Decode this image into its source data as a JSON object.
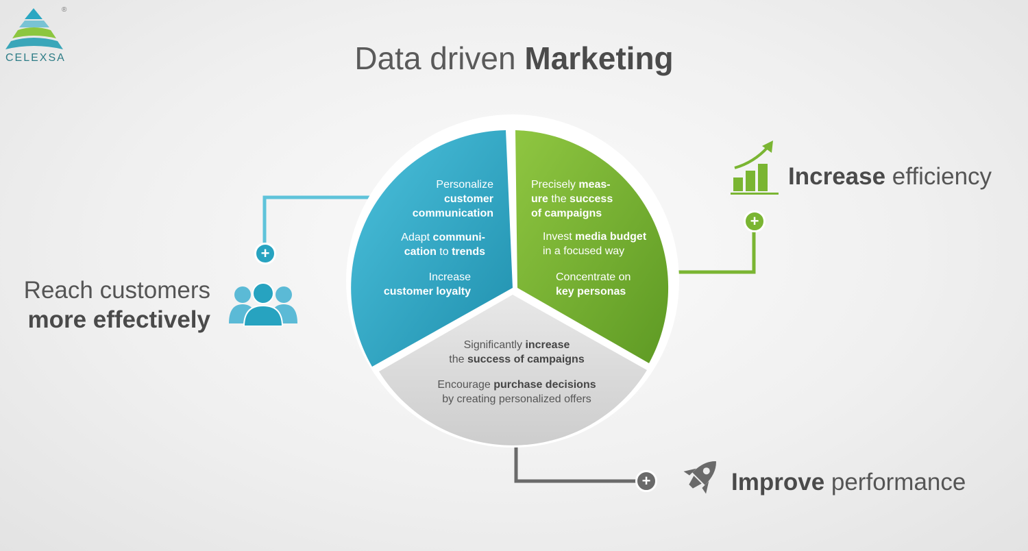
{
  "brand": {
    "name": "CELEXSA",
    "registered": "®"
  },
  "title": {
    "regular": "Data driven",
    "bold": "Marketing"
  },
  "segments": {
    "blue": {
      "color": "#27a3c0",
      "items": [
        {
          "line1_pre": "Personalize",
          "line1_bold": "",
          "line2_pre": "",
          "line2_bold": "customer",
          "line3_pre": "",
          "line3_bold": "communication"
        },
        {
          "line1_pre": "Adapt ",
          "line1_bold": "communi-",
          "line2_pre": "",
          "line2_bold": "cation",
          "line2_post": " to ",
          "line2_bold2": "trends"
        },
        {
          "line1_pre": "Increase",
          "line2_bold": "customer loyalty"
        }
      ]
    },
    "green": {
      "color": "#7ab532",
      "items": [
        {
          "line1_pre": "Precisely ",
          "line1_bold": "meas-",
          "line2_bold": "ure",
          "line2_post": " the ",
          "line2_bold2": "success",
          "line3_bold": "of campaigns"
        },
        {
          "line1_pre": "Invest ",
          "line1_bold": "media budget",
          "line2_pre": "in a focused way"
        },
        {
          "line1_pre": "Concentrate on",
          "line2_bold": "key personas"
        }
      ]
    },
    "gray": {
      "color": "#d9d9d9",
      "items": [
        {
          "line1_pre": "Significantly ",
          "line1_bold": "increase",
          "line2_pre": "the ",
          "line2_bold": "success of campaigns"
        },
        {
          "line1_pre": "Encourage ",
          "line1_bold": "purchase decisions",
          "line2_pre": "by creating personalized offers"
        }
      ]
    }
  },
  "outcomes": {
    "reach": {
      "line1": "Reach customers",
      "line2_bold": "more effectively",
      "icon": "people-group-icon",
      "color": "#27a3c0"
    },
    "efficiency": {
      "bold": "Increase",
      "regular": " efficiency",
      "icon": "bar-chart-growth-icon",
      "color": "#7ab532"
    },
    "performance": {
      "bold": "Improve",
      "regular": " performance",
      "icon": "rocket-icon",
      "color": "#6a6a6a"
    }
  },
  "plus_symbol": "+"
}
